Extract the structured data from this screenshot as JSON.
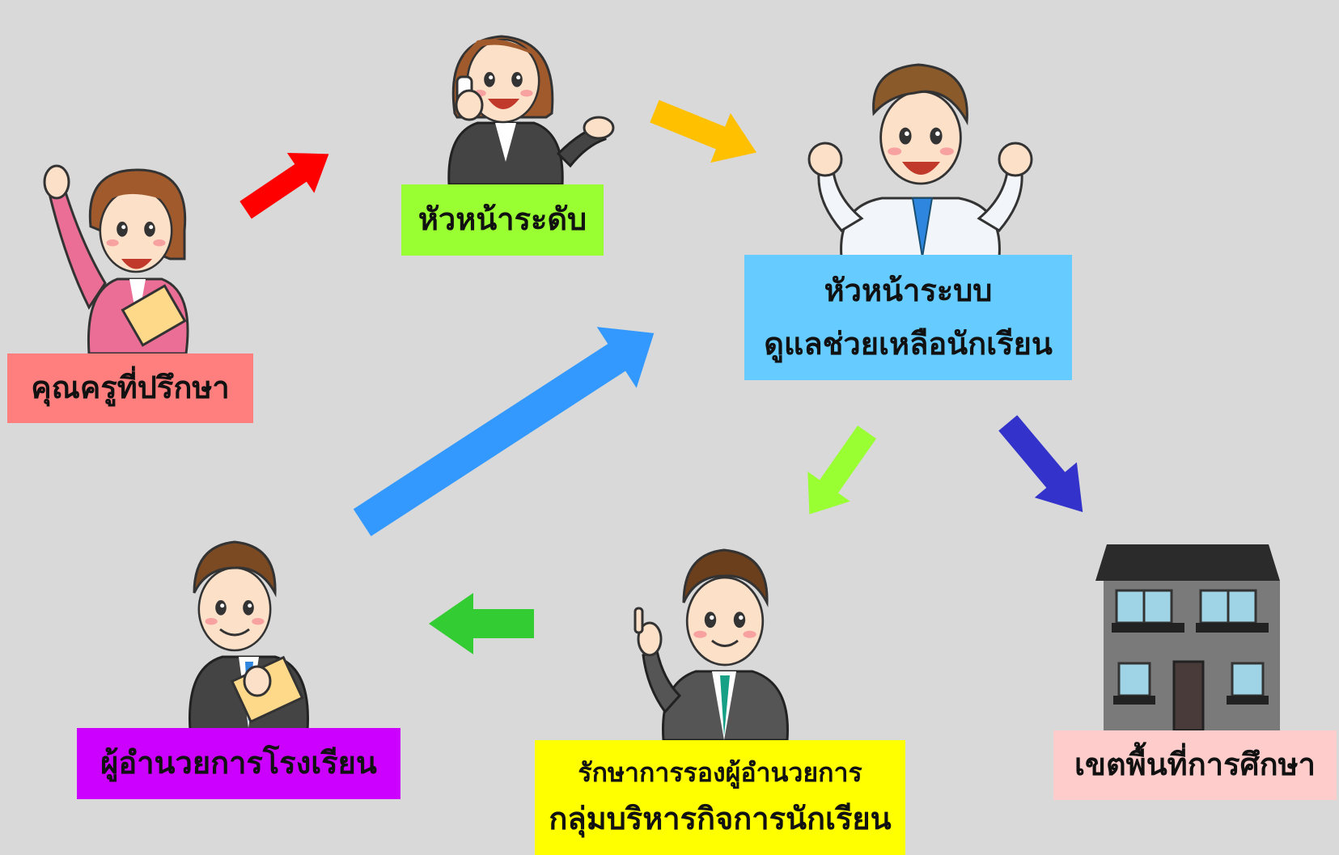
{
  "nodes": {
    "advisor": {
      "label": "คุณครูที่ปรึกษา",
      "color": "#ff7f7f"
    },
    "level_head": {
      "label": "หัวหน้าระดับ",
      "color": "#99ff33"
    },
    "system_head": {
      "line1": "หัวหน้าระบบ",
      "line2": "ดูแลช่วยเหลือนักเรียน",
      "color": "#66ccff"
    },
    "deputy": {
      "line1": "รักษาการรองผู้อำนวยการ",
      "line2": "กลุ่มบริหารกิจการนักเรียน",
      "color": "#ffff00"
    },
    "director": {
      "label": "ผู้อำนวยการโรงเรียน",
      "color": "#cc00ff"
    },
    "district": {
      "label": "เขตพื้นที่การศึกษา",
      "color": "#ffcccc"
    }
  },
  "arrows": [
    {
      "from": "advisor",
      "to": "level_head",
      "color": "#ff0000"
    },
    {
      "from": "level_head",
      "to": "system_head",
      "color": "#ffc000"
    },
    {
      "from": "system_head",
      "to": "deputy",
      "color": "#99ff33"
    },
    {
      "from": "system_head",
      "to": "district",
      "color": "#3333cc"
    },
    {
      "from": "deputy",
      "to": "director",
      "color": "#33cc33"
    },
    {
      "from": "director",
      "to": "system_head",
      "color": "#3399ff"
    }
  ],
  "icons": {
    "advisor": "teacher-woman-waving-icon",
    "level_head": "woman-on-phone-icon",
    "system_head": "man-cheering-icon",
    "deputy": "man-pointing-up-icon",
    "director": "man-holding-folder-icon",
    "district": "school-building-icon"
  }
}
